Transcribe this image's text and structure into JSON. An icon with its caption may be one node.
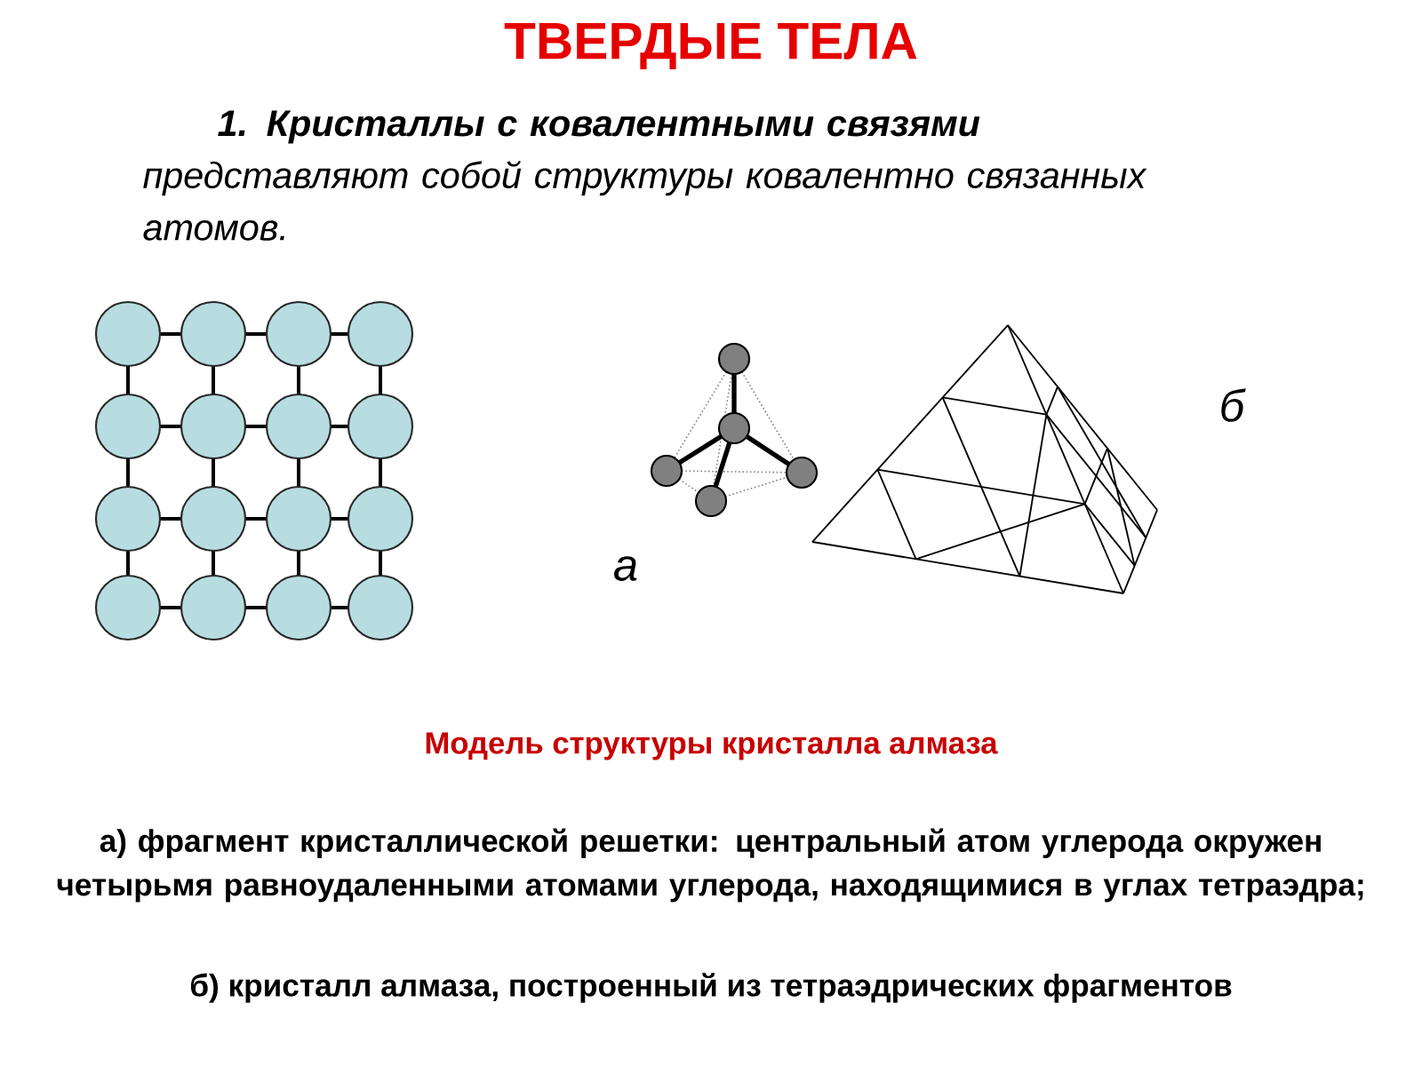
{
  "diagram": {
    "title": "ТВЕРДЫЕ ТЕЛА",
    "labels": [
      "**1. Кристаллы с ковалентными связями** представляют собой структуры ковалентно связанных атомов.",
      "б",
      "а",
      "Модель структуры кристалла алмаза",
      "а) фрагмент кристаллической решетки: центральный атом углерода окружен четырьмя равноудаленными атомами углерода, находящимися в углах тетраэдра;",
      "б) кристалл алмаза, построенный из тетраэдрических фрагментов"
    ]
  }
}
